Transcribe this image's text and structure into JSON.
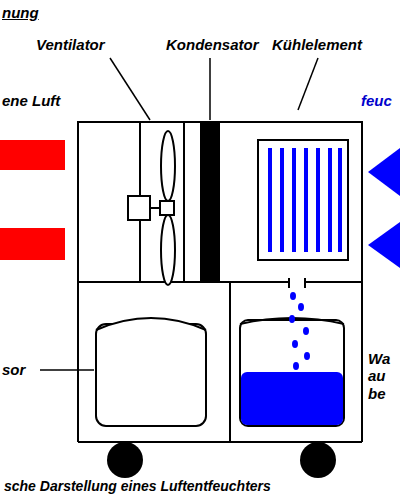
{
  "diagram": {
    "title": "nung",
    "caption": "sche Darstellung eines Luftentfeuchters",
    "labels": [
      "Ventilator",
      "Kondensator",
      "Kühlelement",
      "ene Luft",
      "feuc",
      "sor",
      "Wa au be"
    ]
  }
}
